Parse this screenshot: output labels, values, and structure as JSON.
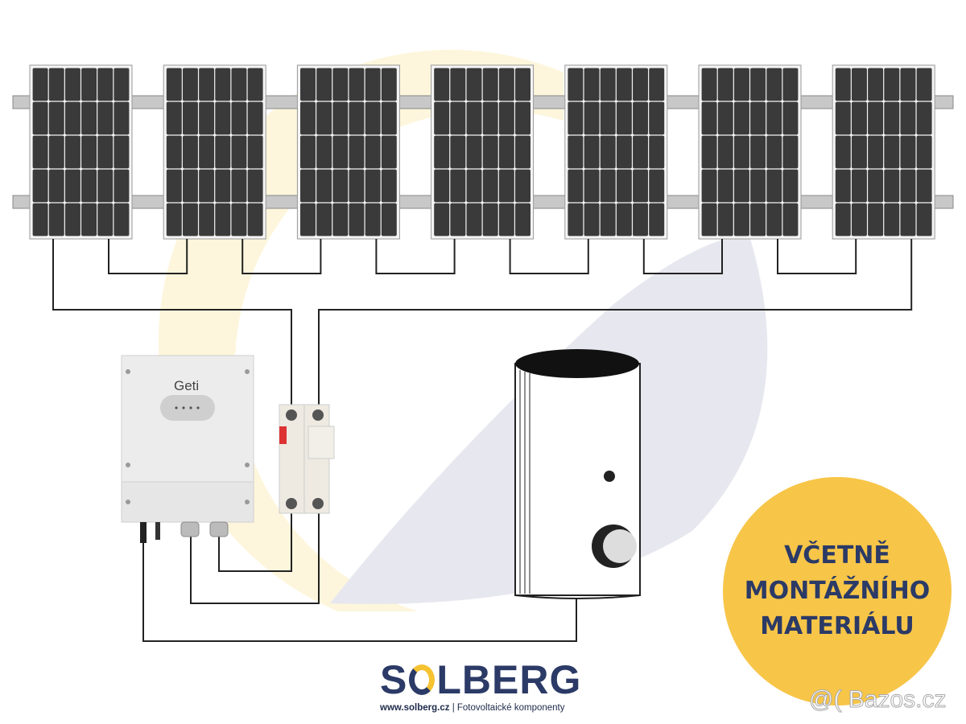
{
  "diagram": {
    "panel_count": 7,
    "inverter_brand": "Geti",
    "colors": {
      "panel": "#3a3a3a",
      "wire": "#222222",
      "sun_arc": "#fdf6dc",
      "shadow_arc": "#e7e7ef",
      "badge": "#f7c548",
      "badge_text": "#2b3a66",
      "logo_text": "#2b3a66",
      "logo_accent": "#f5c231"
    }
  },
  "badge": {
    "line1": "VČETNĚ",
    "line2": "MONTÁŽNÍHO",
    "line3": "MATERIÁLU"
  },
  "logo": {
    "name_s": "S",
    "name_rest": "LBERG",
    "url": "www.solberg.cz",
    "separator": "|",
    "tagline": "Fotovoltaické komponenty"
  },
  "watermark": "@( Bazos.cz"
}
